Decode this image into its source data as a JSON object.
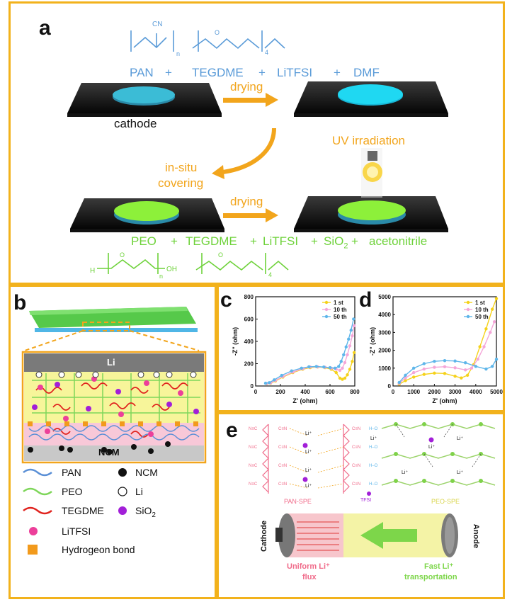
{
  "panel_a": {
    "label": "a",
    "top_reagents": [
      "PAN",
      "+",
      "TEGDME",
      "+",
      "LiTFSI",
      "+",
      "DMF"
    ],
    "cathode_label": "cathode",
    "drying_1": "drying",
    "drying_2": "drying",
    "uv_label": "UV irradiation",
    "insitu_line1": "in-situ",
    "insitu_line2": "covering",
    "bottom_reagents": [
      "PEO",
      "+",
      "TEGDME",
      "+",
      "LiTFSI",
      "+",
      "SiO",
      "+",
      "acetonitrile"
    ],
    "sio2_sub": "2",
    "struct_cn": "CN",
    "struct_n1": "n",
    "struct_o": "O",
    "struct_4": "4",
    "struct_h": "H",
    "struct_oh": "OH"
  },
  "panel_b": {
    "label": "b",
    "li_label": "Li",
    "ncm_label": "NCM",
    "legend": {
      "pan": "PAN",
      "peo": "PEO",
      "tegdme": "TEGDME",
      "litfsi": "LiTFSI",
      "hbond": "Hydrogeon bond",
      "ncm": "NCM",
      "li": "Li",
      "sio2": "SiO",
      "sio2_sub": "2"
    }
  },
  "panel_c": {
    "label": "c",
    "legend": [
      "1 st",
      "10 th",
      "50 th"
    ]
  },
  "panel_d": {
    "label": "d",
    "legend": [
      "1 st",
      "10 th",
      "50 th"
    ]
  },
  "panel_e": {
    "label": "e",
    "pan_spe": "PAN-SPE",
    "tfsi": "TFSI",
    "peo_spe": "PEO-SPE",
    "cathode": "Cathode",
    "anode": "Anode",
    "uniform_line1": "Uniform Li⁺",
    "uniform_line2": "flux",
    "fast_line1": "Fast Li⁺",
    "fast_line2": "transportation",
    "li_plus": "Li⁺",
    "csn": "C≡N",
    "ho": "H–O",
    "nc": "N≡C"
  },
  "chart_data": [
    {
      "type": "line",
      "panel": "c",
      "xlabel": "Z' (ohm)",
      "ylabel": "-Z'' (ohm)",
      "xlim": [
        0,
        800
      ],
      "ylim": [
        0,
        800
      ],
      "xticks": [
        0,
        200,
        400,
        600,
        800
      ],
      "yticks": [
        0,
        200,
        400,
        600,
        800
      ],
      "legend_position": "top-right",
      "series": [
        {
          "name": "1 st",
          "color": "#f5d21a",
          "x": [
            90,
            120,
            160,
            220,
            300,
            380,
            440,
            500,
            560,
            610,
            650,
            680,
            700,
            720,
            740,
            760,
            780,
            795
          ],
          "y": [
            20,
            25,
            45,
            80,
            120,
            150,
            165,
            170,
            165,
            150,
            120,
            70,
            60,
            70,
            100,
            150,
            220,
            300
          ]
        },
        {
          "name": "10 th",
          "color": "#f4a6d8",
          "x": [
            90,
            120,
            160,
            220,
            300,
            380,
            440,
            500,
            560,
            610,
            650,
            680,
            700,
            720,
            740,
            760,
            780,
            795
          ],
          "y": [
            22,
            28,
            50,
            85,
            125,
            155,
            170,
            172,
            168,
            160,
            150,
            140,
            160,
            210,
            280,
            360,
            450,
            540
          ]
        },
        {
          "name": "50 th",
          "color": "#5eb6ea",
          "x": [
            80,
            110,
            150,
            210,
            290,
            370,
            430,
            490,
            550,
            600,
            640,
            670,
            690,
            710,
            730,
            750,
            770,
            790
          ],
          "y": [
            25,
            30,
            55,
            95,
            135,
            160,
            172,
            175,
            170,
            165,
            160,
            175,
            220,
            280,
            350,
            420,
            500,
            600
          ]
        }
      ]
    },
    {
      "type": "line",
      "panel": "d",
      "xlabel": "Z' (ohm)",
      "ylabel": "-Z'' (ohm)",
      "xlim": [
        0,
        5000
      ],
      "ylim": [
        0,
        5000
      ],
      "xticks": [
        0,
        1000,
        2000,
        3000,
        4000,
        5000
      ],
      "yticks": [
        0,
        1000,
        2000,
        3000,
        4000,
        5000
      ],
      "legend_position": "top-right",
      "series": [
        {
          "name": "1 st",
          "color": "#f5d21a",
          "x": [
            300,
            600,
            1000,
            1500,
            2000,
            2500,
            3000,
            3300,
            3600,
            3900,
            4200,
            4500,
            4800,
            5000
          ],
          "y": [
            100,
            300,
            500,
            650,
            720,
            700,
            550,
            450,
            600,
            1200,
            2200,
            3200,
            4300,
            4900
          ]
        },
        {
          "name": "10 th",
          "color": "#f4a6d8",
          "x": [
            300,
            600,
            1000,
            1500,
            2000,
            2500,
            3000,
            3500,
            3800,
            4100,
            4400,
            4700,
            4900
          ],
          "y": [
            150,
            450,
            750,
            950,
            1050,
            1080,
            1020,
            900,
            1000,
            1500,
            2200,
            3000,
            3600
          ]
        },
        {
          "name": "50 th",
          "color": "#5eb6ea",
          "x": [
            300,
            600,
            1000,
            1500,
            2000,
            2500,
            3000,
            3500,
            4000,
            4500,
            4800,
            5000
          ],
          "y": [
            200,
            600,
            1000,
            1250,
            1380,
            1420,
            1400,
            1300,
            1100,
            950,
            1100,
            1500
          ]
        }
      ]
    }
  ]
}
